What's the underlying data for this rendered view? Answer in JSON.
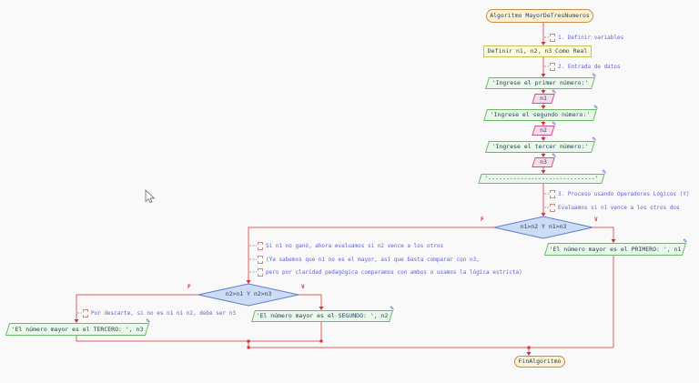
{
  "canvas": {
    "background": "#f8f9f8"
  },
  "colors": {
    "line": "#e06060",
    "arrow": "#cc3333",
    "comment_text": "#6262d0",
    "node_text": "#25415f",
    "terminal_fill": "#fcf2d2",
    "terminal_border": "#cf8a4a",
    "process_fill": "#fdfbda",
    "process_border": "#c3c35a",
    "output_fill": "#eaf8ea",
    "output_border": "#6ab86a",
    "input_fill": "#f9dcec",
    "input_border": "#cc5588",
    "decision_fill": "#cddcf4",
    "decision_border": "#5b7fd0"
  },
  "icons": {
    "pen": "✎"
  },
  "nodes": {
    "start": "Algoritmo MayorDeTresNumeros",
    "declare": "Definir n1, n2, n3 Como Real",
    "prompt1": "'Ingrese el primer número:'",
    "read1": "n1",
    "prompt2": "'Ingrese el segundo número:'",
    "read2": "n2",
    "prompt3": "'Ingrese el tercer número:'",
    "read3": "n3",
    "separator": "'------------------------------'",
    "decision1": "n1>n2 Y n1>n3",
    "out_first": "'El número mayor es el PRIMERO: ', n1",
    "decision2": "n2>n1 Y n2>n3",
    "out_second": "'El número mayor es el SEGUNDO: ', n2",
    "out_third": "'El número mayor es el TERCERO: ', n3",
    "end": "FinAlgoritmo"
  },
  "comments": {
    "c1": "1. Definir variables",
    "c2": "2. Entrada de datos",
    "c3": "3. Proceso usando Operadores Lógicos (Y)",
    "c4": "Evaluamos si n1 vence a los otros dos",
    "c5": "Si n1 no ganó, ahora evaluamos si n2 vence a los otros",
    "c6": "(Ya sabemos que n1 no es el mayor, así que basta comparar con n3,",
    "c7": "pero por claridad pedagógica comparamos con ambos o usamos la lógica estricta)",
    "c8": "Por descarte, si no es n1 ni n2, debe ser n3"
  },
  "branch_labels": {
    "true": "V",
    "false": "F"
  }
}
